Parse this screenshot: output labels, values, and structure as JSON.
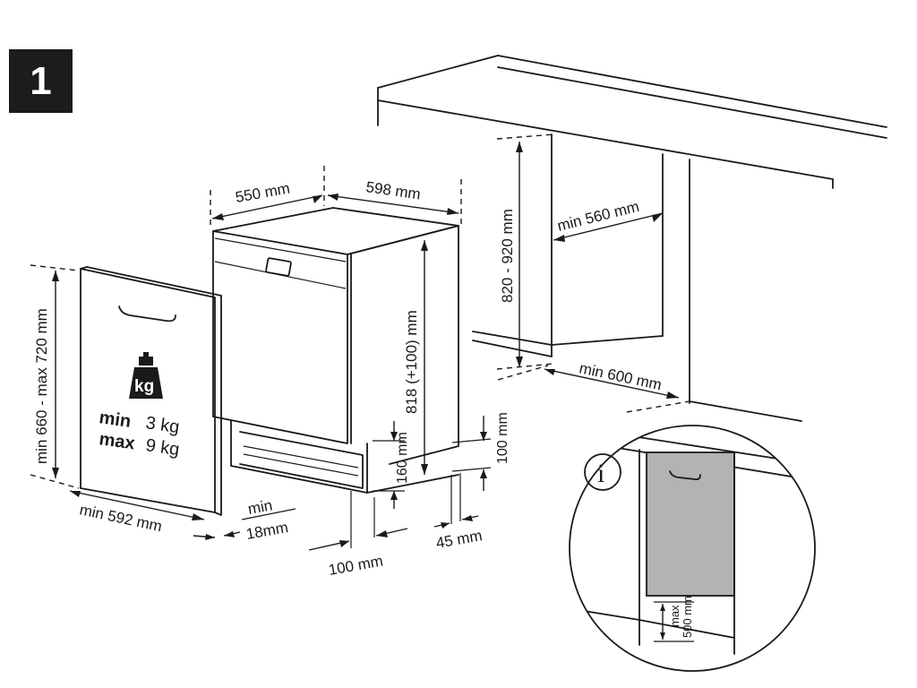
{
  "step_number": "1",
  "dimensions": {
    "width_depth": "550 mm",
    "width_front": "598 mm",
    "height_adjust": "818 (+100) mm",
    "base_gap": "160 mm",
    "plinth_height": "100 mm",
    "plinth_depth": "100 mm",
    "rear_gap": "45 mm",
    "panel_thickness_min": "min",
    "panel_thickness_val": "18mm",
    "panel_width": "min 592 mm",
    "panel_height": "min 660 - max 720 mm",
    "niche_height": "820 - 920 mm",
    "niche_width": "min 560 mm",
    "niche_depth": "min 600 mm"
  },
  "panel_weight": {
    "unit_icon_label": "kg",
    "min_label": "min",
    "min_value": "3 kg",
    "max_label": "max",
    "max_value": "9 kg"
  },
  "info_detail": {
    "info_symbol": "i",
    "max_label": "max",
    "max_value": "500 mm"
  }
}
